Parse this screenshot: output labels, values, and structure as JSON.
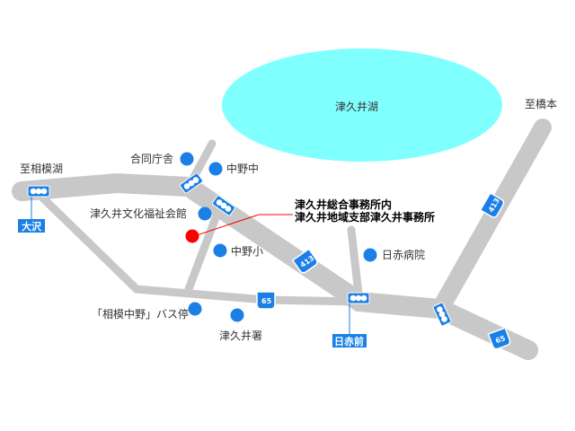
{
  "colors": {
    "road": "#c8c8c8",
    "lake": "#80ffff",
    "poi": "#1a7fe6",
    "target": "#ff0000",
    "sign": "#1a7fe6",
    "leader": "#ff0000"
  },
  "lake": {
    "label": "津久井湖"
  },
  "directions": {
    "hashimoto": "至橋本",
    "sagamiko": "至相模湖"
  },
  "destination": {
    "line1": "津久井総合事務所内",
    "line2": "津久井地域支部津久井事務所"
  },
  "landmarks": {
    "godo_chosha": "合同庁舎",
    "nakano_chu": "中野中",
    "bunka_fukushi": "津久井文化福祉会館",
    "nakano_sho": "中野小",
    "nisseki_hospital": "日赤病院",
    "bus_stop": "「相模中野」バス停",
    "police": "津久井署"
  },
  "intersections": {
    "osawa": "大沢",
    "nisseki_mae": "日赤前"
  },
  "routes": {
    "r413_a": "413",
    "r413_b": "413",
    "r65_a": "65",
    "r65_b": "65"
  },
  "icons": {
    "poi": "blue-dot-icon",
    "target": "red-dot-icon",
    "signal": "traffic-signal-icon",
    "shield": "route-shield-icon"
  }
}
